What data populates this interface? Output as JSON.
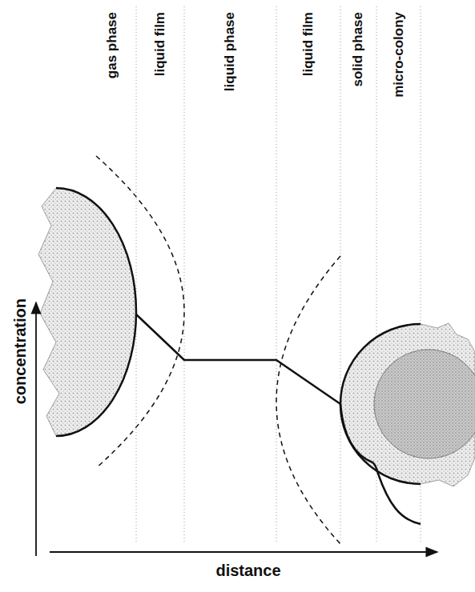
{
  "diagram": {
    "labels": [
      "gas phase",
      "liquid film",
      "liquid phase",
      "liquid film",
      "solid phase",
      "micro-colony",
      "concentration",
      "distance"
    ]
  }
}
